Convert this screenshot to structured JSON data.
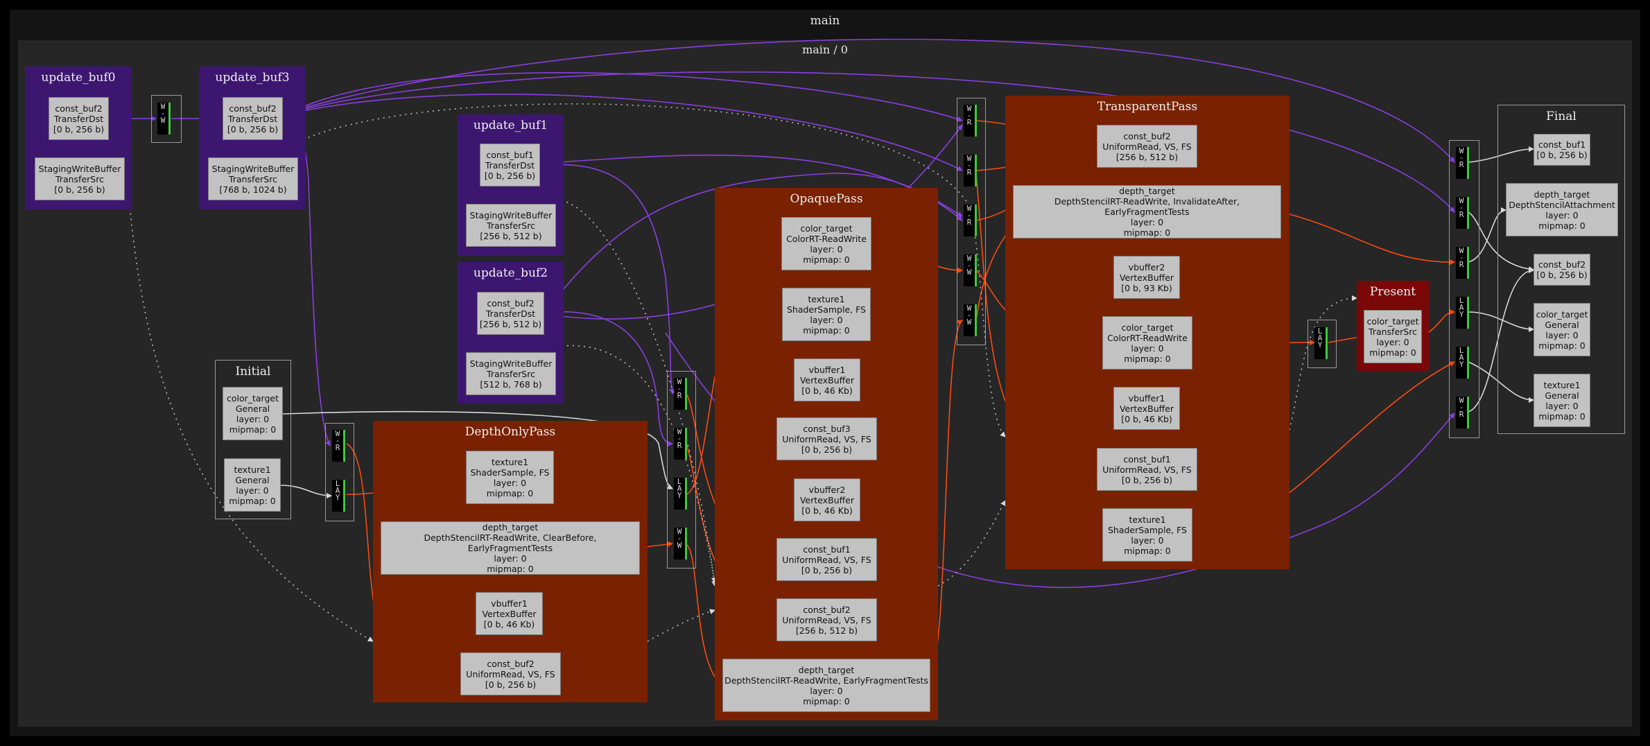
{
  "graph": {
    "title": "main",
    "subgraph_title": "main / 0"
  },
  "clusters": {
    "update_buf0": {
      "title": "update_buf0",
      "nodes": [
        "const_buf2\nTransferDst\n[0 b, 256 b)",
        "StagingWriteBuffer\nTransferSrc\n[0 b, 256 b)"
      ]
    },
    "update_buf3": {
      "title": "update_buf3",
      "nodes": [
        "const_buf2\nTransferDst\n[0 b, 256 b)",
        "StagingWriteBuffer\nTransferSrc\n[768 b, 1024 b)"
      ]
    },
    "update_buf1": {
      "title": "update_buf1",
      "nodes": [
        "const_buf1\nTransferDst\n[0 b, 256 b)",
        "StagingWriteBuffer\nTransferSrc\n[256 b, 512 b)"
      ]
    },
    "update_buf2": {
      "title": "update_buf2",
      "nodes": [
        "const_buf2\nTransferDst\n[256 b, 512 b)",
        "StagingWriteBuffer\nTransferSrc\n[512 b, 768 b)"
      ]
    },
    "initial": {
      "title": "Initial",
      "nodes": [
        "color_target\nGeneral\nlayer: 0\nmipmap: 0",
        "texture1\nGeneral\nlayer: 0\nmipmap: 0"
      ]
    },
    "depth_only_pass": {
      "title": "DepthOnlyPass",
      "nodes": [
        "texture1\nShaderSample, FS\nlayer: 0\nmipmap: 0",
        "depth_target\nDepthStencilRT-ReadWrite, ClearBefore, EarlyFragmentTests\nlayer: 0\nmipmap: 0",
        "vbuffer1\nVertexBuffer\n[0 b, 46 Kb)",
        "const_buf2\nUniformRead, VS, FS\n[0 b, 256 b)"
      ]
    },
    "opaque_pass": {
      "title": "OpaquePass",
      "nodes": [
        "color_target\nColorRT-ReadWrite\nlayer: 0\nmipmap: 0",
        "texture1\nShaderSample, FS\nlayer: 0\nmipmap: 0",
        "vbuffer1\nVertexBuffer\n[0 b, 46 Kb)",
        "const_buf3\nUniformRead, VS, FS\n[0 b, 256 b)",
        "vbuffer2\nVertexBuffer\n[0 b, 46 Kb)",
        "const_buf1\nUniformRead, VS, FS\n[0 b, 256 b)",
        "const_buf2\nUniformRead, VS, FS\n[256 b, 512 b)",
        "depth_target\nDepthStencilRT-ReadWrite, EarlyFragmentTests\nlayer: 0\nmipmap: 0"
      ]
    },
    "transparent_pass": {
      "title": "TransparentPass",
      "nodes": [
        "const_buf2\nUniformRead, VS, FS\n[256 b, 512 b)",
        "depth_target\nDepthStencilRT-ReadWrite, InvalidateAfter, EarlyFragmentTests\nlayer: 0\nmipmap: 0",
        "vbuffer2\nVertexBuffer\n[0 b, 93 Kb)",
        "color_target\nColorRT-ReadWrite\nlayer: 0\nmipmap: 0",
        "vbuffer1\nVertexBuffer\n[0 b, 46 Kb)",
        "const_buf1\nUniformRead, VS, FS\n[0 b, 256 b)",
        "texture1\nShaderSample, FS\nlayer: 0\nmipmap: 0"
      ]
    },
    "present": {
      "title": "Present",
      "nodes": [
        "color_target\nTransferSrc\nlayer: 0\nmipmap: 0"
      ]
    },
    "final": {
      "title": "Final",
      "nodes": [
        "const_buf1\n[0 b, 256 b)",
        "depth_target\nDepthStencilAttachment\nlayer: 0\nmipmap: 0",
        "const_buf2\n[0 b, 256 b)",
        "color_target\nGeneral\nlayer: 0\nmipmap: 0",
        "texture1\nGeneral\nlayer: 0\nmipmap: 0"
      ]
    }
  },
  "barriers": {
    "b1": [
      "W\n-\nW"
    ],
    "b2": [
      "W\n-\nR",
      "L\nA\nY"
    ],
    "b3": [
      "W\n-\nR",
      "W\n-\nR",
      "L\nA\nY",
      "W\n-\nW"
    ],
    "b4": [
      "W\n-\nR",
      "W\n-\nR",
      "W\n-\nR",
      "W\n-\nW",
      "W\n-\nW"
    ],
    "b5": [
      "L\nA\nY"
    ],
    "b6": [
      "W\n-\nR",
      "W\n-\nR",
      "W\n-\nR",
      "L\nA\nY",
      "L\nA\nY",
      "W\n-\nR"
    ]
  },
  "colors": {
    "transfer_edge": "#8a3ee0",
    "pass_edge": "#ff4a10",
    "layout_edge": "#d8d8d8",
    "dependency_edge": "#bdbdbd"
  }
}
